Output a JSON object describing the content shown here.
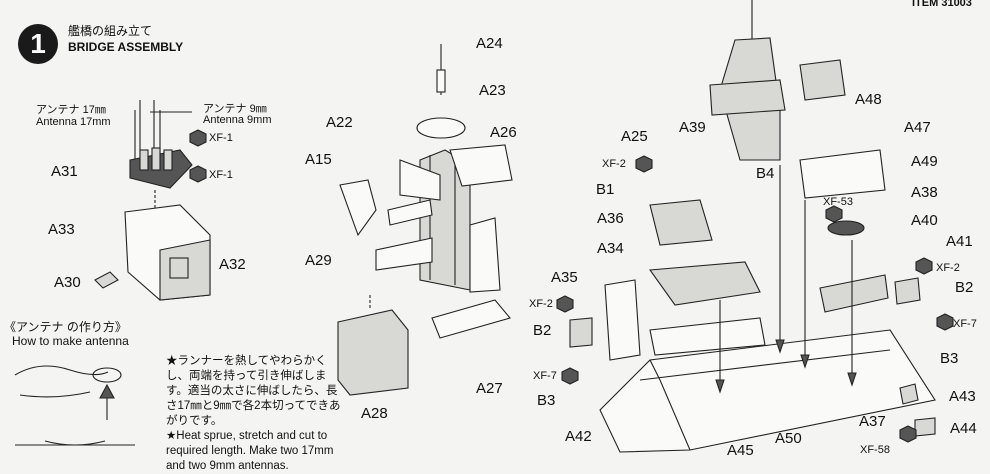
{
  "header": {
    "item_number": "ITEM 31003"
  },
  "step": {
    "number": "1",
    "title_jp": "艦橋の組み立て",
    "title_en": "BRIDGE ASSEMBLY"
  },
  "antenna_labels": {
    "a17_jp": "アンテナ 17㎜",
    "a17_en": "Antenna 17mm",
    "a9_jp": "アンテナ 9㎜",
    "a9_en": "Antenna 9mm"
  },
  "how_to": {
    "title_jp": "《アンテナ の作り方》",
    "title_en": "How to make antenna",
    "note_jp": "★ランナーを熱してやわらかくし、両端を持って引き伸ばします。適当の太さに伸ばしたら、長さ17㎜と9㎜で各2本切ってできあがりです。",
    "note_en": "★Heat sprue, stretch and cut to required length. Make two 17mm and two 9mm antennas."
  },
  "paints": [
    "XF-1",
    "XF-2",
    "XF-7",
    "XF-53",
    "XF-58"
  ],
  "parts": [
    "A15",
    "A22",
    "A23",
    "A24",
    "A25",
    "A26",
    "A27",
    "A28",
    "A29",
    "A30",
    "A31",
    "A32",
    "A33",
    "A34",
    "A35",
    "A36",
    "A37",
    "A38",
    "A39",
    "A40",
    "A41",
    "A42",
    "A43",
    "A44",
    "A45",
    "A47",
    "A48",
    "A49",
    "A50",
    "B1",
    "B2",
    "B3",
    "B4"
  ]
}
